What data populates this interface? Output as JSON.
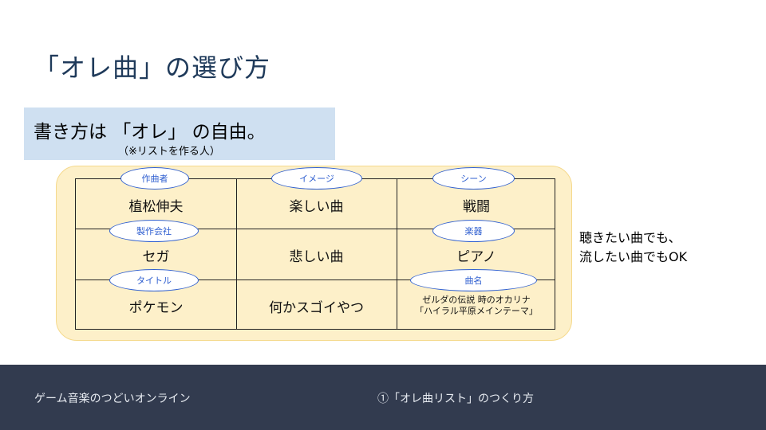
{
  "title": "「オレ曲」の選び方",
  "subtitle": {
    "main": "書き方は 「オレ」 の自由。",
    "note": "（※リストを作る人）"
  },
  "table": {
    "rows": [
      {
        "cells": [
          {
            "tag": "作曲者",
            "value": "植松伸夫"
          },
          {
            "tag": "イメージ",
            "value": "楽しい曲"
          },
          {
            "tag": "シーン",
            "value": "戦闘"
          }
        ]
      },
      {
        "cells": [
          {
            "tag": "製作会社",
            "value": "セガ"
          },
          {
            "tag": "",
            "value": "悲しい曲"
          },
          {
            "tag": "楽器",
            "value": "ピアノ"
          }
        ]
      },
      {
        "cells": [
          {
            "tag": "タイトル",
            "value": "ポケモン"
          },
          {
            "tag": "",
            "value": "何かスゴイやつ"
          },
          {
            "tag": "曲名",
            "value_line1": "ゼルダの伝説 時のオカリナ",
            "value_line2": "「ハイラル平原メインテーマ」"
          }
        ]
      }
    ]
  },
  "side_note": {
    "line1": "聴きたい曲でも、",
    "line2": "流したい曲でもOK"
  },
  "footer": {
    "left": "ゲーム音楽のつどいオンライン",
    "right": "①「オレ曲リスト」のつくり方"
  },
  "colors": {
    "title": "#1f3a5a",
    "subtitle_bg": "#cfe0f1",
    "table_bg": "#fdf0c9",
    "tag_border": "#2f5fd0",
    "footer_bg": "#323b4f"
  }
}
